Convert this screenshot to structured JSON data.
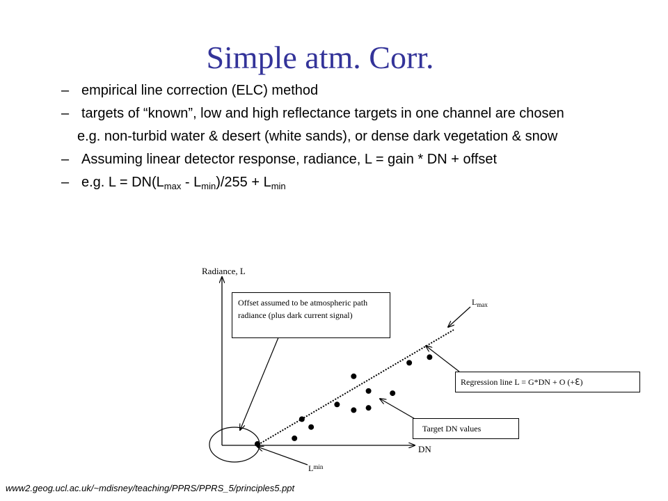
{
  "slide": {
    "title": "Simple atm. Corr.",
    "bullets": {
      "b1": "empirical line correction (ELC) method",
      "b2": "targets of “known”, low and high reflectance targets in one channel are chosen",
      "sub1": "e.g. non-turbid water & desert (white sands), or dense dark vegetation & snow",
      "b3": "Assuming linear detector response, radiance, L = gain * DN + offset",
      "b4_pre": "e.g. L = DN(L",
      "b4_max": "max",
      "b4_mid": " - L",
      "b4_min": "min",
      "b4_mid2": ")/255 + L",
      "b4_min2": "min"
    },
    "dash": "–",
    "footer": "www2.geog.ucl.ac.uk/~mdisney/teaching/PPRS/PPRS_5/principles5.ppt"
  },
  "diagram": {
    "y_axis_label": "Radiance, L",
    "x_axis_label": "DN",
    "offset_box": "Offset assumed to be atmospheric path radiance (plus dark current signal)",
    "regression_box": "Regression line L = G*DN + O (+ℇ)",
    "target_box": "Target DN values",
    "lmax_L": "L",
    "lmax_sub": "max",
    "lmin_L": "L",
    "lmin_sub": "min",
    "line_color": "#000000",
    "points": [
      {
        "dn": 0.0,
        "l": 0.0
      },
      {
        "dn": 0.2,
        "l": 0.05
      },
      {
        "dn": 0.24,
        "l": 0.22
      },
      {
        "dn": 0.29,
        "l": 0.15
      },
      {
        "dn": 0.43,
        "l": 0.35
      },
      {
        "dn": 0.52,
        "l": 0.3
      },
      {
        "dn": 0.52,
        "l": 0.6
      },
      {
        "dn": 0.6,
        "l": 0.47
      },
      {
        "dn": 0.6,
        "l": 0.32
      },
      {
        "dn": 0.73,
        "l": 0.45
      },
      {
        "dn": 0.82,
        "l": 0.72
      },
      {
        "dn": 0.93,
        "l": 0.77
      }
    ]
  }
}
